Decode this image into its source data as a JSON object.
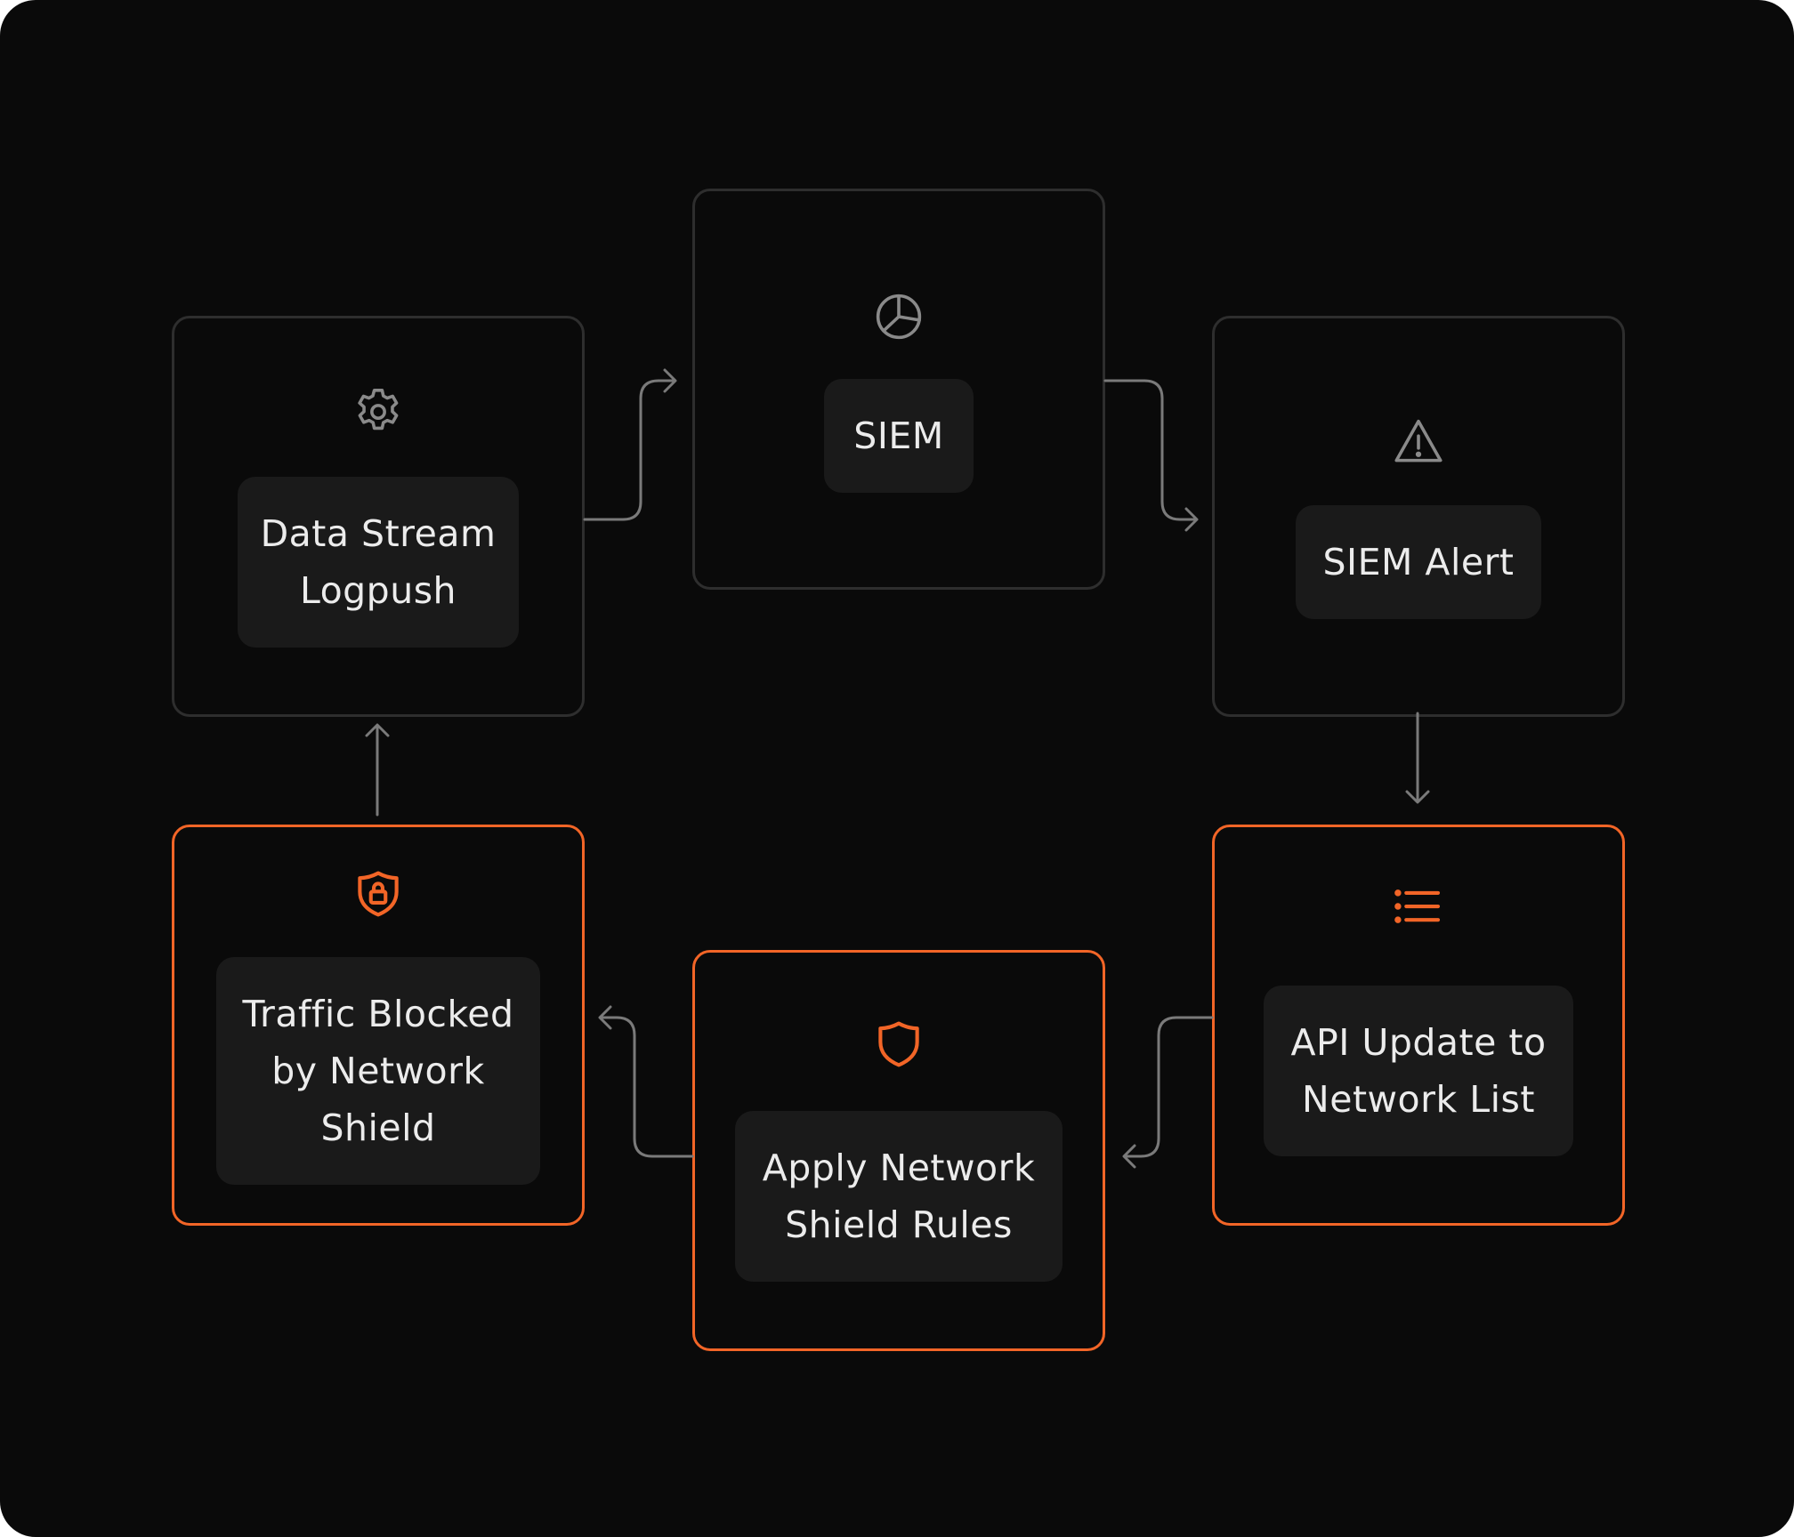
{
  "nodes": {
    "data_stream": {
      "label": "Data Stream\nLogpush",
      "icon": "gear-icon"
    },
    "siem": {
      "label": "SIEM",
      "icon": "pie-chart-icon"
    },
    "siem_alert": {
      "label": "SIEM Alert",
      "icon": "warning-icon"
    },
    "api_update": {
      "label": "API Update to\nNetwork List",
      "icon": "list-icon"
    },
    "apply_rules": {
      "label": "Apply Network\nShield Rules",
      "icon": "shield-icon"
    },
    "traffic_blocked": {
      "label": "Traffic Blocked\nby Network\nShield",
      "icon": "shield-lock-icon"
    }
  },
  "flow": [
    "data_stream",
    "siem",
    "siem_alert",
    "api_update",
    "apply_rules",
    "traffic_blocked",
    "data_stream"
  ],
  "colors": {
    "background": "#0a0a0a",
    "card_border": "#2e2e2e",
    "accent": "#f26527",
    "label_bg": "#1a1a1a",
    "text": "#ececec",
    "connector": "#7a7a7a",
    "icon_muted": "#8a8a8a"
  }
}
